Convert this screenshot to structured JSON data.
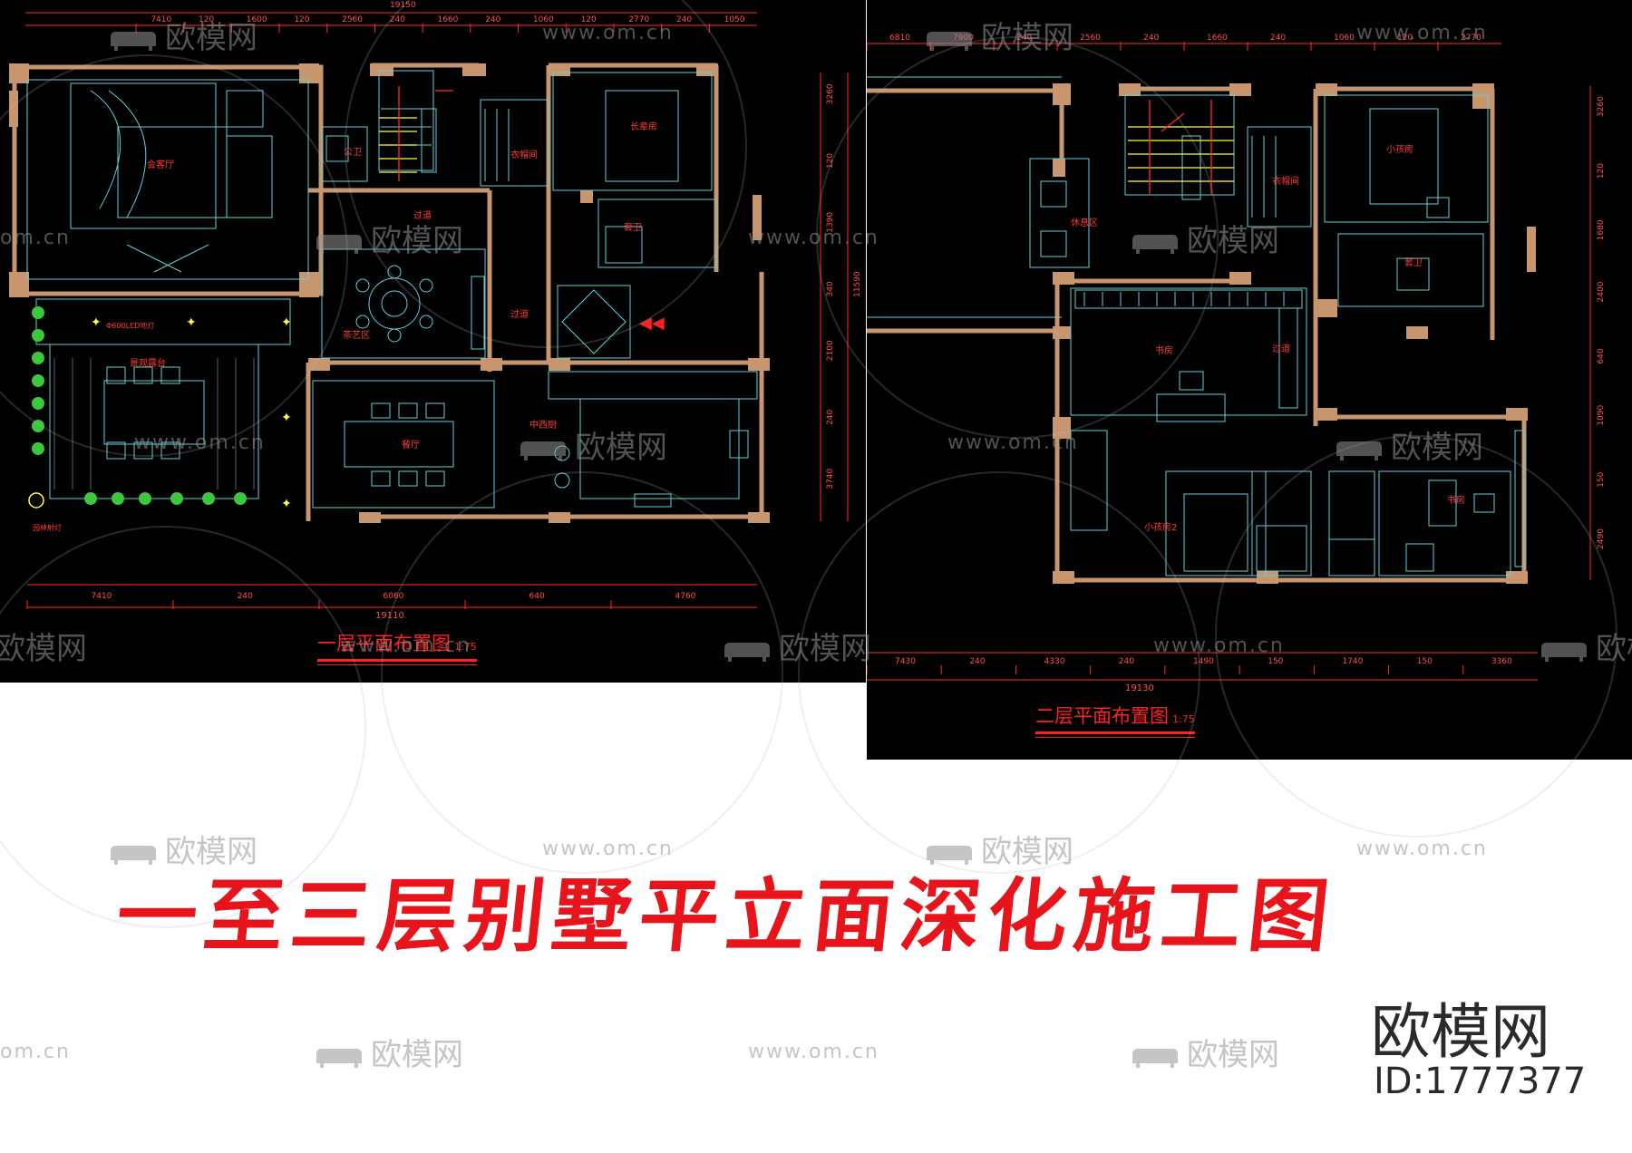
{
  "plans": {
    "first_floor": {
      "title": "一层平面布置图",
      "scale": "1:75",
      "top_dims": [
        "7410",
        "120",
        "1600",
        "120",
        "2560",
        "240",
        "1660",
        "240",
        "1060",
        "120",
        "2770",
        "240",
        "1050"
      ],
      "top_total": "19150",
      "bottom_dims": [
        "7410",
        "240",
        "6060",
        "640",
        "4760"
      ],
      "bottom_total": "19110",
      "right_dims": [
        "3260",
        "120",
        "1390",
        "340",
        "2100",
        "240",
        "3740"
      ],
      "right_total": "11590",
      "rooms": {
        "guest_living": "会客厅",
        "public_wc": "公卫",
        "wardrobe": "衣帽间",
        "elder_room": "长辈房",
        "en_suite": "套卫",
        "passage_upper": "过道",
        "tea_area": "茶艺区",
        "passage_mid": "过道",
        "landscape_deck": "景观露台",
        "light_note": "Φ600LED地灯",
        "dining": "餐厅",
        "kitchen": "中西厨",
        "garden_light": "园林射灯"
      }
    },
    "second_floor": {
      "title": "二层平面布置图",
      "scale": "1:75",
      "top_dims": [
        "6810",
        "7900",
        "240",
        "2560",
        "240",
        "1660",
        "240",
        "1060",
        "120",
        "2770"
      ],
      "bottom_dims": [
        "7430",
        "240",
        "4330",
        "240",
        "1490",
        "150",
        "1740",
        "150",
        "3360"
      ],
      "bottom_total": "19130",
      "right_dims": [
        "3260",
        "120",
        "1680",
        "2400",
        "640",
        "1090",
        "150",
        "2490"
      ],
      "rooms": {
        "lounge": "休息区",
        "wardrobe": "衣帽间",
        "child_room": "小孩房",
        "en_suite": "套卫",
        "study": "书房",
        "passage": "过道",
        "child_room_2": "小孩房2",
        "study_2": "书房"
      }
    }
  },
  "banner": {
    "title": "一至三层别墅平立面深化施工图"
  },
  "brand": {
    "name": "欧模网",
    "id": "ID:1777377"
  },
  "watermarks": {
    "brand": "欧模网",
    "url": "www.om.cn",
    "url_partial": "om.cn"
  },
  "colors": {
    "wall": "#c8966e",
    "line": "#5fd0d8",
    "dim": "#ff2a2a",
    "room_label": "#ff3a3a",
    "banner_red": "#e8141b",
    "lamp": "#ffff40",
    "plant": "#3cc83c"
  }
}
